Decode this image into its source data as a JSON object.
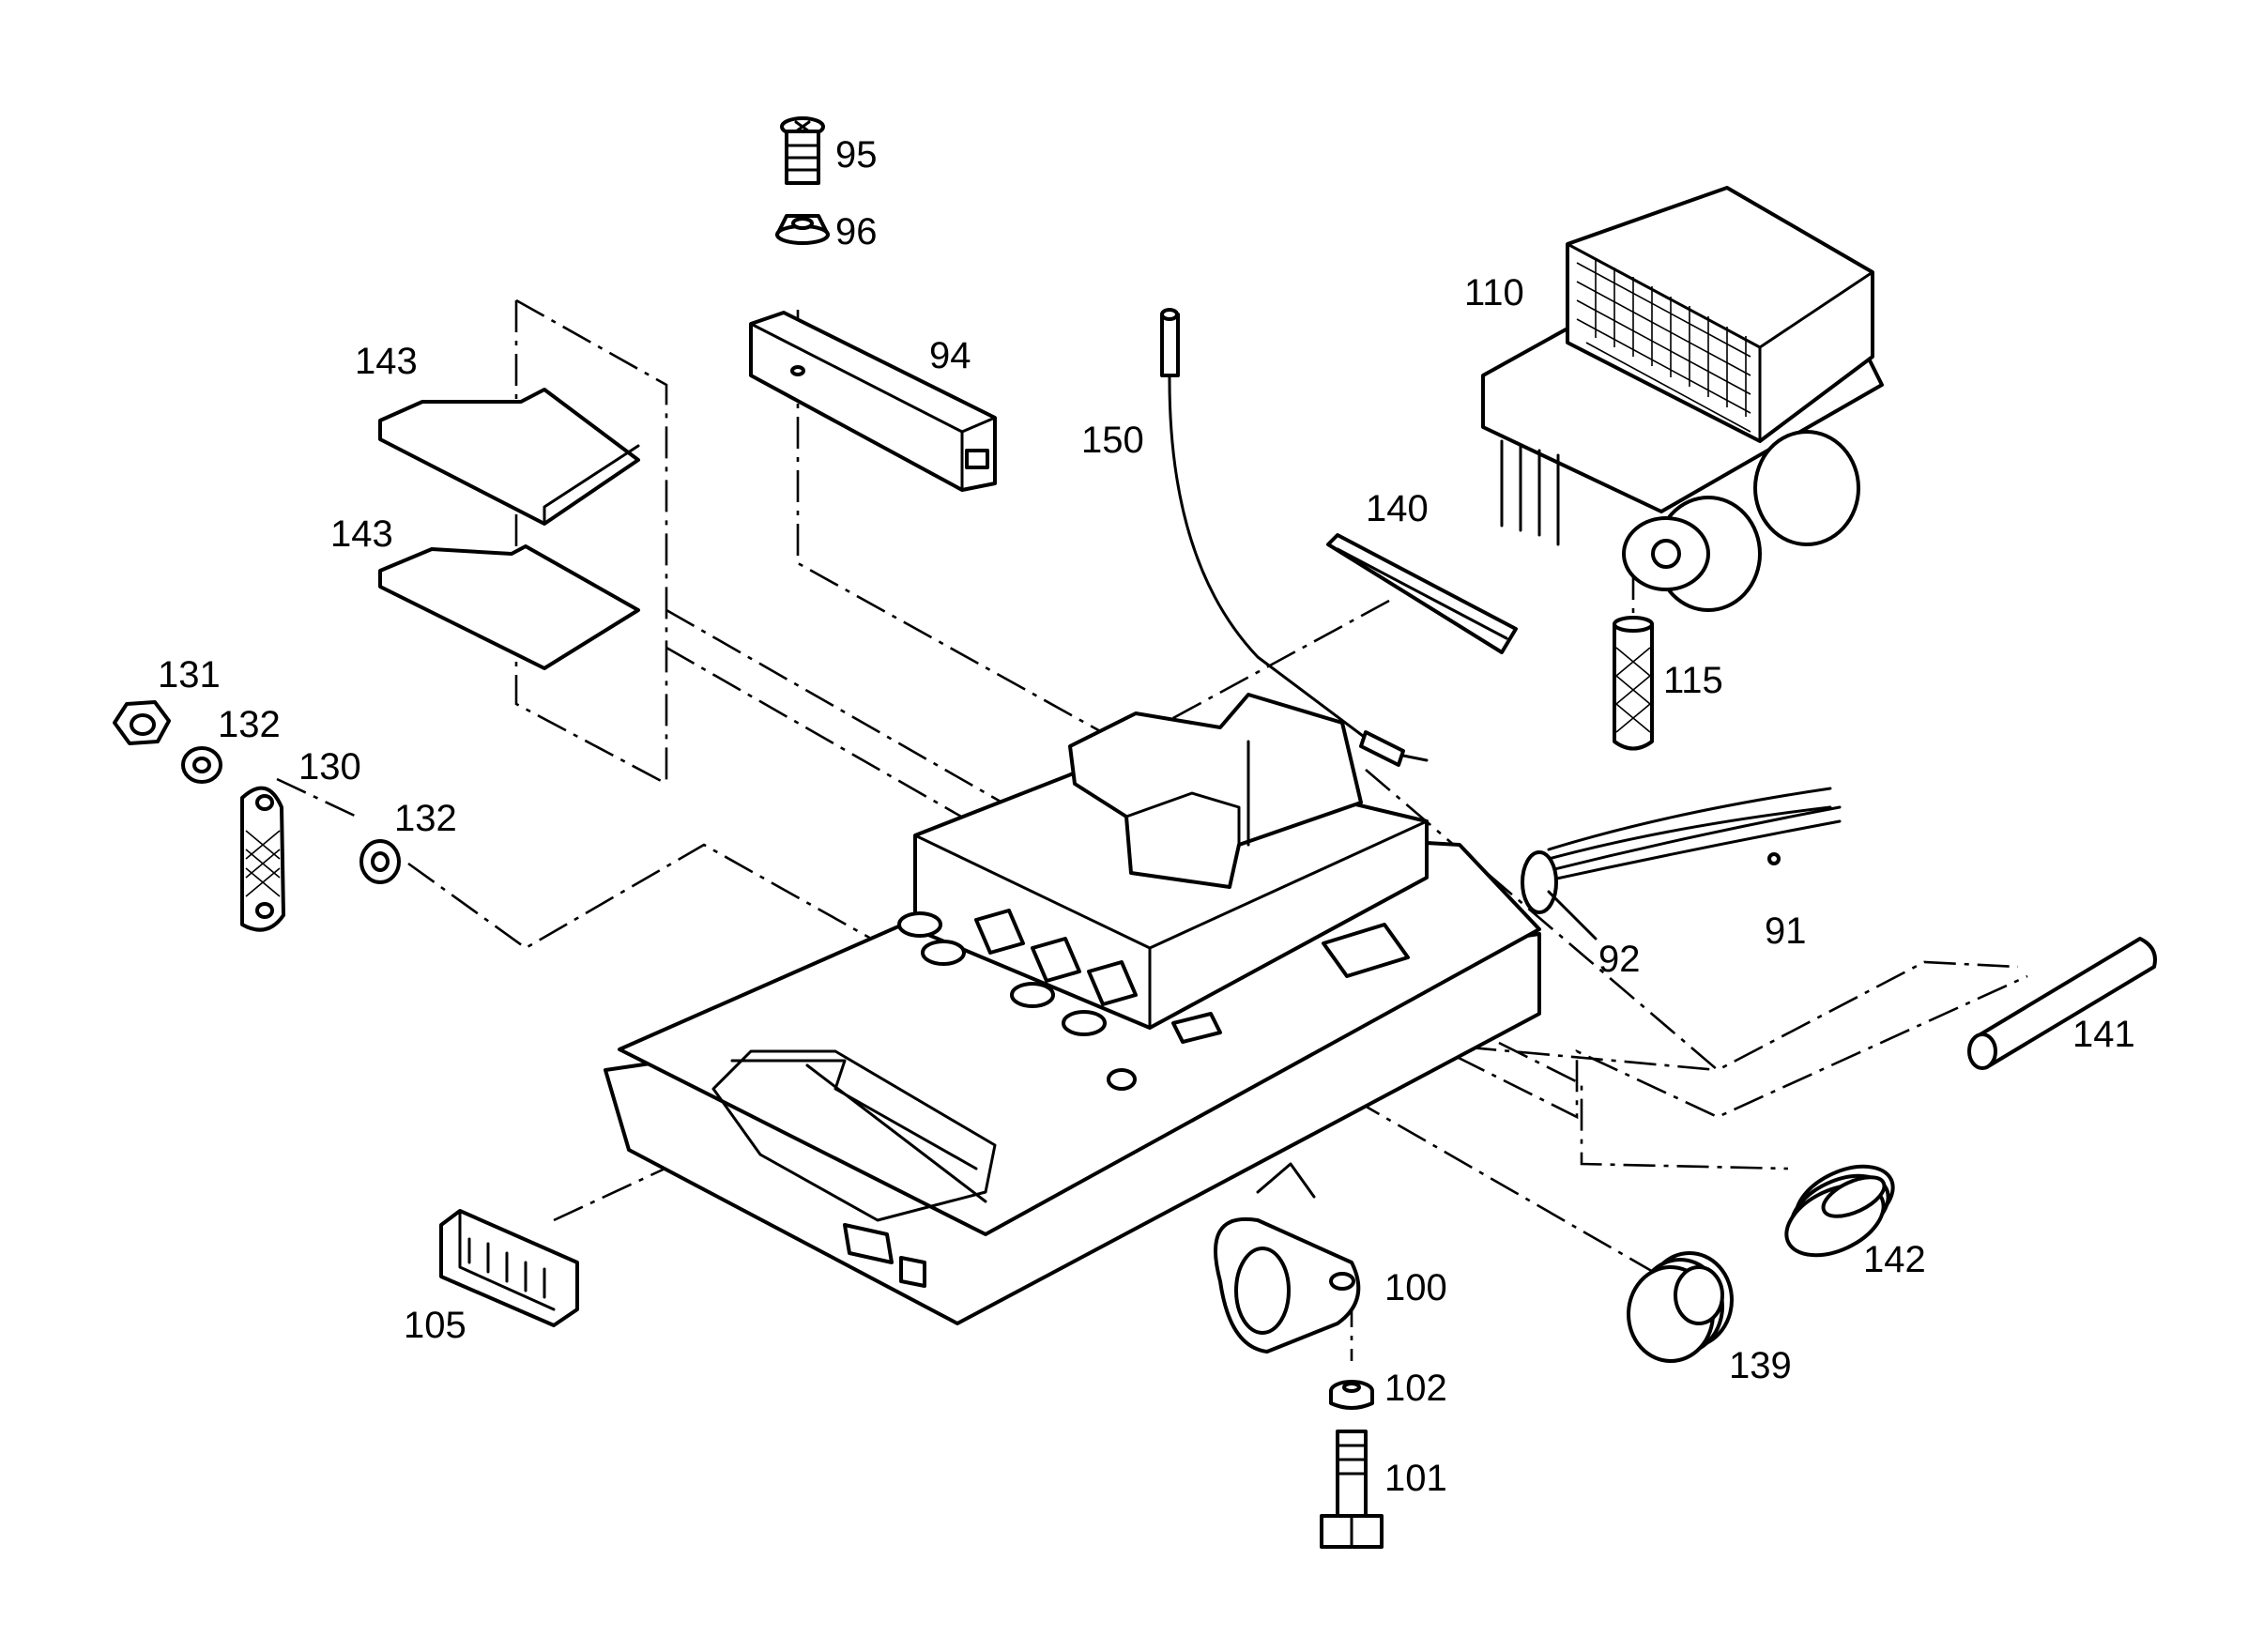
{
  "labels": {
    "p95": "95",
    "p96": "96",
    "p94": "94",
    "p110": "110",
    "p143a": "143",
    "p143b": "143",
    "p150": "150",
    "p140": "140",
    "p115": "115",
    "p131": "131",
    "p132a": "132",
    "p130": "130",
    "p132b": "132",
    "p92": "92",
    "p91": "91",
    "p141": "141",
    "p142": "142",
    "p105": "105",
    "p100": "100",
    "p102": "102",
    "p101": "101",
    "p139": "139"
  }
}
